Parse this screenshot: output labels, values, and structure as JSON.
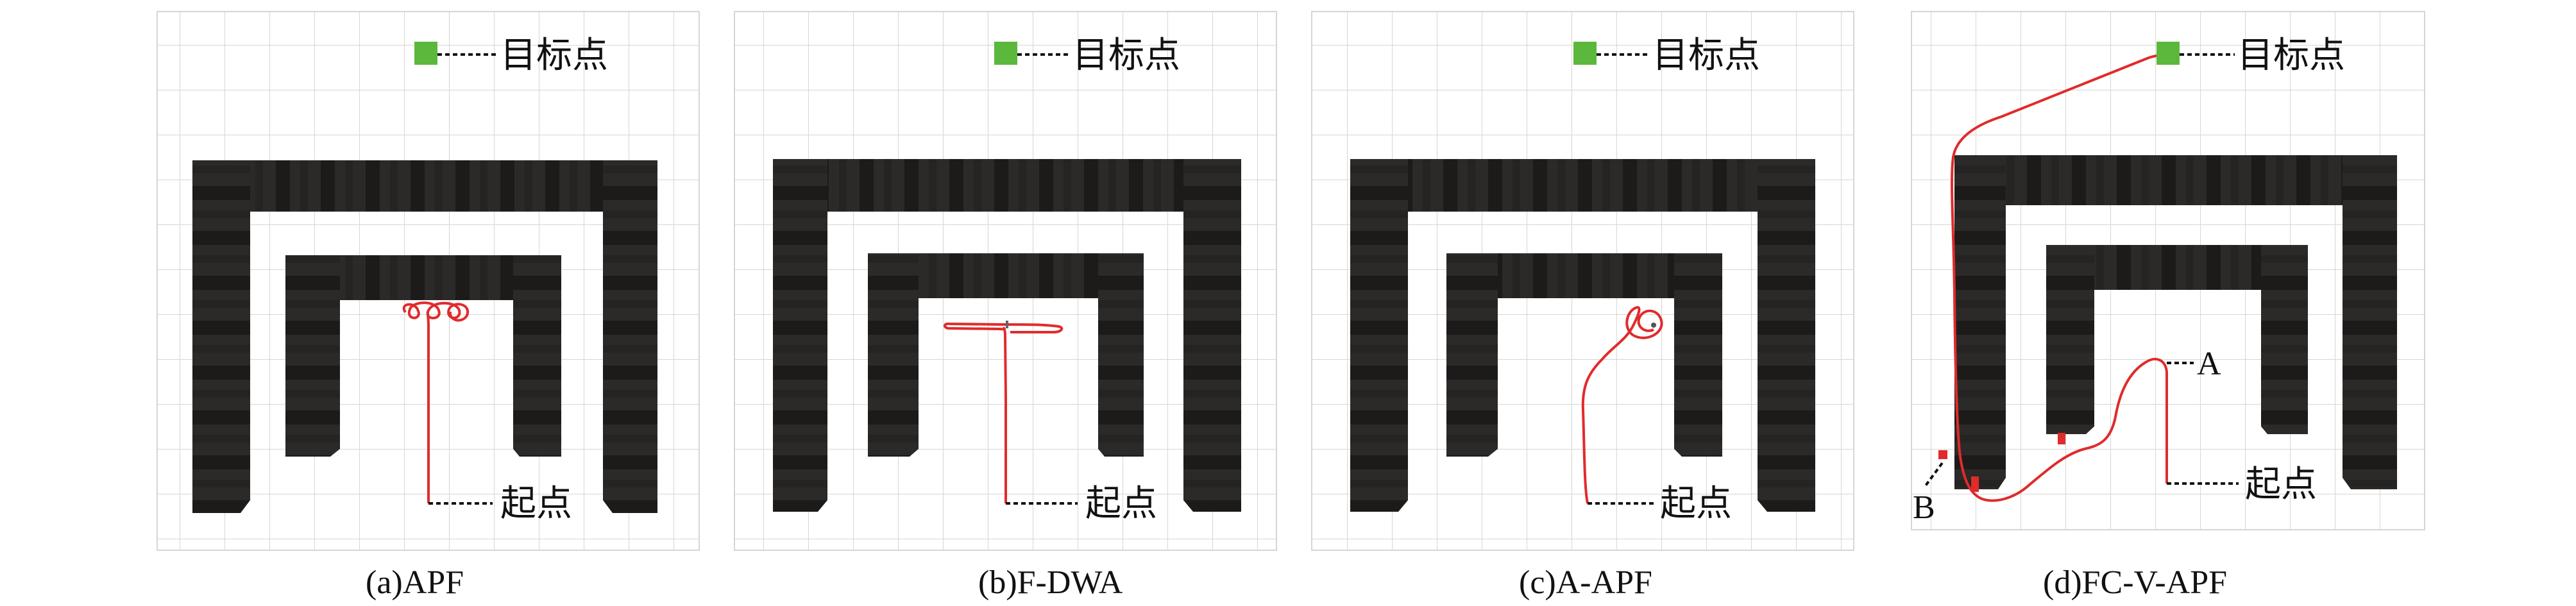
{
  "figure": {
    "panels": [
      {
        "caption": "(a)APF",
        "goal_label": "目标点",
        "start_label": "起点",
        "annotations": []
      },
      {
        "caption": "(b)F-DWA",
        "goal_label": "目标点",
        "start_label": "起点",
        "annotations": []
      },
      {
        "caption": "(c)A-APF",
        "goal_label": "目标点",
        "start_label": "起点",
        "annotations": []
      },
      {
        "caption": "(d)FC-V-APF",
        "goal_label": "目标点",
        "start_label": "起点",
        "annotations": [
          "A",
          "B"
        ]
      }
    ],
    "colors": {
      "obstacle": "#2b2a28",
      "obstacle_band": "#1b1a19",
      "path": "#e02b2b",
      "goal": "#5cb83c",
      "grid": "#d6d6d6",
      "background": "#ffffff"
    }
  }
}
